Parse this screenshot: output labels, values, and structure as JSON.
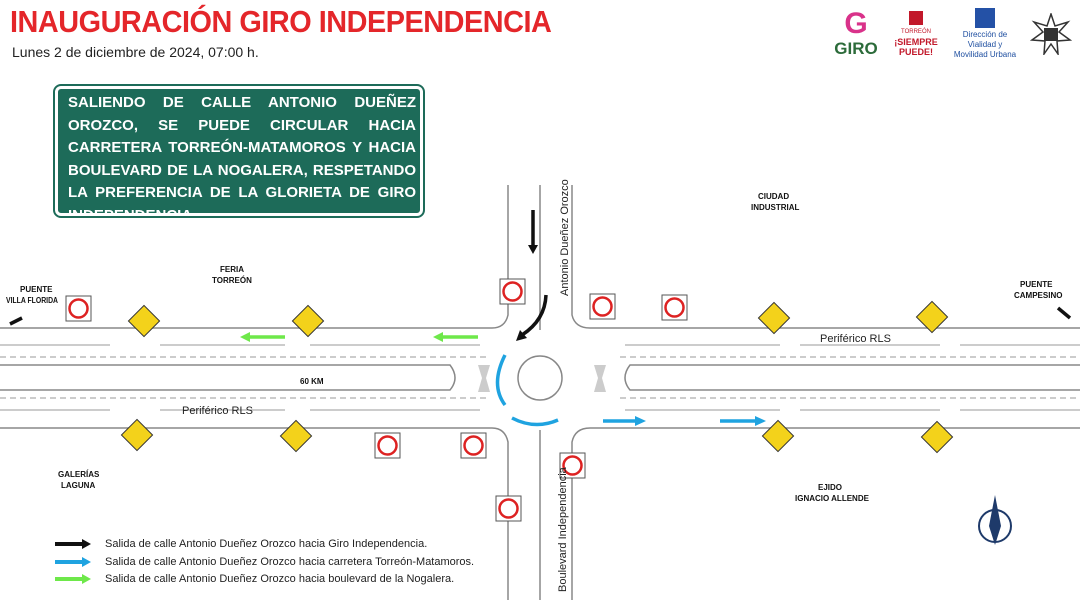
{
  "header": {
    "title": "INAUGURACIÓN GIRO INDEPENDENCIA",
    "subtitle": "Lunes 2 de diciembre de 2024, 07:00 h."
  },
  "logos": {
    "giro": "GIRO",
    "torreon_top": "TORREÓN",
    "torreon": "¡SIEMPRE PUEDE!",
    "direccion": "Dirección de Vialidad y Movilidad Urbana"
  },
  "notice": "SALIENDO DE CALLE ANTONIO DUEÑEZ OROZCO, SE PUEDE CIRCULAR HACIA CARRETERA TORREÓN-MATAMOROS Y HACIA BOULEVARD DE LA NOGALERA, RESPETANDO LA PREFERENCIA DE LA GLORIETA DE GIRO INDEPENDENCIA.",
  "map": {
    "places": {
      "feria1": "FERIA",
      "feria2": "TORREÓN",
      "ciudad1": "CIUDAD",
      "ciudad2": "INDUSTRIAL",
      "puente_vf1": "PUENTE",
      "puente_vf2": "VILLA FLORIDA",
      "puente_c1": "PUENTE",
      "puente_c2": "CAMPESINO",
      "galerias1": "GALERÍAS",
      "galerias2": "LAGUNA",
      "ejido1": "EJIDO",
      "ejido2": "IGNACIO ALLENDE"
    },
    "roads": {
      "periferico_left": "Periférico RLS",
      "periferico_right": "Periférico RLS",
      "speed": "60 KM",
      "antonio": "Antonio Dueñez Orozco",
      "boulevard": "Boulevard Independencia"
    }
  },
  "legend": [
    {
      "label": "Salida de calle Antonio Dueñez Orozco hacia Giro Independencia.",
      "color": "#111111"
    },
    {
      "label": "Salida de calle Antonio Dueñez Orozco hacia carretera Torreón-Matamoros.",
      "color": "#1fa3e0"
    },
    {
      "label": "Salida de calle Antonio Dueñez Orozco hacia boulevard de la Nogalera.",
      "color": "#6ee84a"
    }
  ]
}
